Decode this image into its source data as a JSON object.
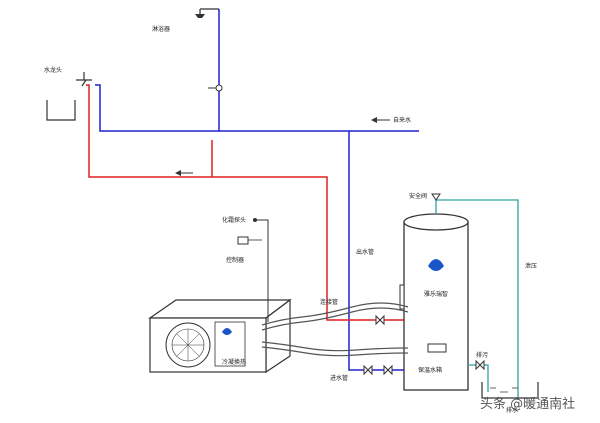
{
  "labels": {
    "shower": "淋浴器",
    "faucet": "水龙头",
    "cold_inlet": "自来水",
    "safety_valve": "安全阀",
    "hot_water_pipe": "出水管",
    "temp_probe": "化霜探头",
    "controller": "控制器",
    "connect_pipe": "连接管",
    "inlet_pipe": "进水管",
    "heat_exchanger": "冷凝换热",
    "tank_brand": "雅乐瑞智",
    "tank_label": "保温水箱",
    "drain": "排污",
    "drain_box": "排水",
    "pressure_relief": "泄压"
  },
  "watermark": "头条 @暖通南社",
  "colors": {
    "hot_pipe": "#e02020",
    "cold_pipe": "#2020d0",
    "relief_pipe": "#30a0a0",
    "line": "#333333",
    "brand_blue": "#1a56c8"
  }
}
